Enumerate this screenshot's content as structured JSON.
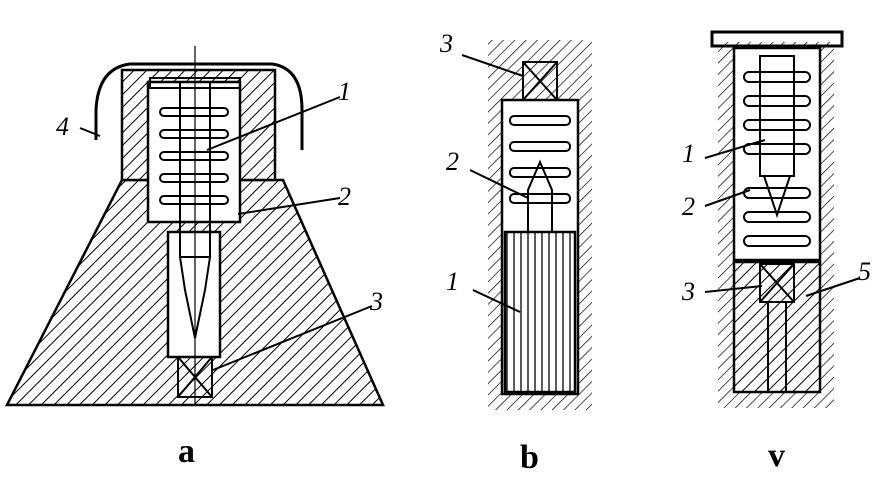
{
  "figures": [
    {
      "caption": "a",
      "labels": [
        "1",
        "2",
        "3",
        "4"
      ]
    },
    {
      "caption": "b",
      "labels": [
        "1",
        "2",
        "3"
      ]
    },
    {
      "caption": "v",
      "labels": [
        "1",
        "2",
        "3",
        "5"
      ]
    }
  ]
}
